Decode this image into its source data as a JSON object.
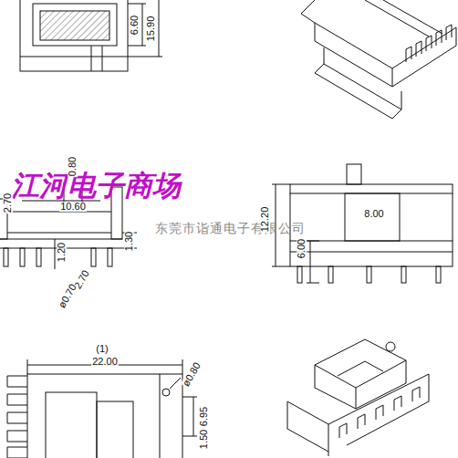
{
  "diagram": {
    "labels": [
      "6.60",
      "15.90",
      "江河电子商场",
      "0.80",
      "2.70",
      "10.60",
      "1.20",
      "1.30",
      "2.70",
      "ø0.70",
      "东莞市诣通电子有限公司",
      "12.20",
      "8.00",
      "6.00",
      "(1)",
      "22.00",
      "ø0.80",
      "6.95",
      "1.50"
    ]
  }
}
